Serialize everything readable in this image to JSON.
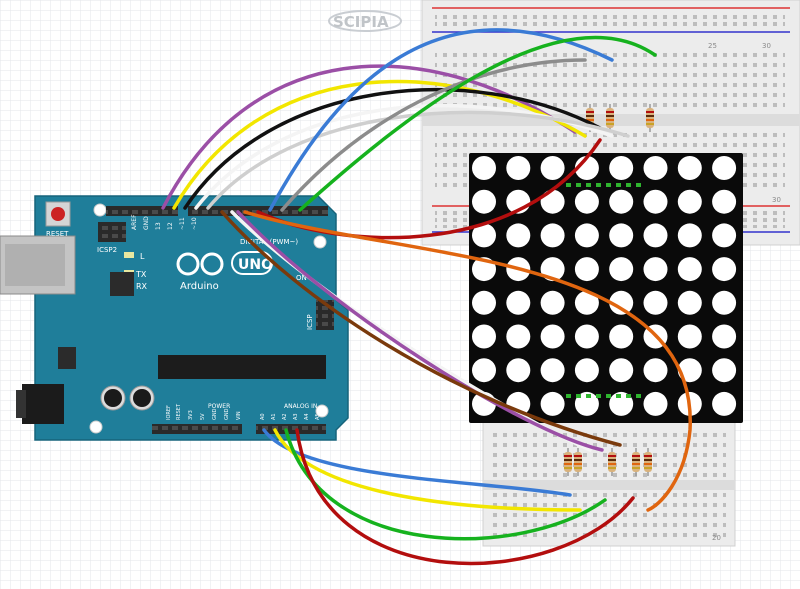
{
  "watermark": {
    "logo_text": "SCIPIA"
  },
  "arduino": {
    "brand": "Arduino",
    "model": "UNO",
    "reset_label": "RESET",
    "icsp2_label": "ICSP2",
    "icsp_label": "ICSP",
    "led_l": "L",
    "led_tx": "TX",
    "led_rx": "RX",
    "on_label": "ON",
    "digital_label": "DIGITAL (PWM~)",
    "aref": "AREF",
    "gnd": "GND",
    "pin13": "13",
    "pin12": "12",
    "pin11": "~11",
    "pin10": "~10",
    "power_label": "POWER",
    "analog_label": "ANALOG IN",
    "ioref": "IOREF",
    "reset_pin": "RESET",
    "v33": "3V3",
    "v5": "5V",
    "gnd1": "GND",
    "gnd2": "GND",
    "vin": "VIN",
    "a0": "A0",
    "a1": "A1",
    "a2": "A2",
    "a3": "A3",
    "a4": "A4",
    "a5": "A5"
  },
  "breadboards": {
    "top_col_25": "25",
    "top_col_30": "30",
    "top_col_30b": "30",
    "bottom_col_20": "20"
  },
  "colors": {
    "board": "#1f7e9a",
    "wire_purple": "#9b4fa6",
    "wire_yellow": "#f2e600",
    "wire_black": "#111111",
    "wire_white": "#f4f4f4",
    "wire_blue": "#3a7bd5",
    "wire_green": "#16b21e",
    "wire_gray": "#8c8c8c",
    "wire_red": "#b30e0e",
    "wire_orange": "#e0650f",
    "wire_brown": "#7a3a0c"
  }
}
